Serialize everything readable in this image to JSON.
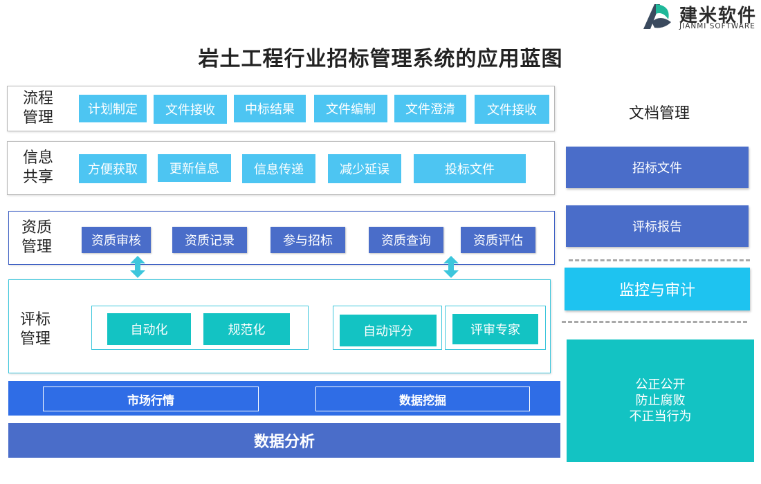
{
  "brand": {
    "name_cn": "建米软件",
    "name_en": "JIANMI SOFTWARE"
  },
  "title": "岩土工程行业招标管理系统的应用蓝图",
  "rows": {
    "process": {
      "label_line1": "流程",
      "label_line2": "管理",
      "items": [
        "计划制定",
        "文件接收",
        "中标结果",
        "文件编制",
        "文件澄清",
        "文件接收"
      ]
    },
    "info": {
      "label_line1": "信息",
      "label_line2": "共享",
      "items": [
        "方便获取",
        "更新信息",
        "信息传递",
        "减少延误",
        "投标文件"
      ]
    },
    "qualification": {
      "label_line1": "资质",
      "label_line2": "管理",
      "items": [
        "资质审核",
        "资质记录",
        "参与招标",
        "资质查询",
        "资质评估"
      ]
    },
    "evaluation": {
      "label_line1": "评标",
      "label_line2": "管理",
      "items": [
        "自动化",
        "规范化",
        "自动评分",
        "评审专家"
      ]
    }
  },
  "bottom": {
    "market": "市场行情",
    "mining": "数据挖掘",
    "analysis": "数据分析"
  },
  "side": {
    "heading": "文档管理",
    "bid_docs": "招标文件",
    "eval_report": "评标报告",
    "monitor": "监控与审计",
    "fair_lines": [
      "公正公开",
      "防止腐败",
      "不正当行为"
    ]
  },
  "colors": {
    "sky": "#4dc5f2",
    "navy": "#4a6dc9",
    "teal": "#13c3c3",
    "bar_blue": "#2f6de6",
    "monitor": "#1ec3f0"
  }
}
